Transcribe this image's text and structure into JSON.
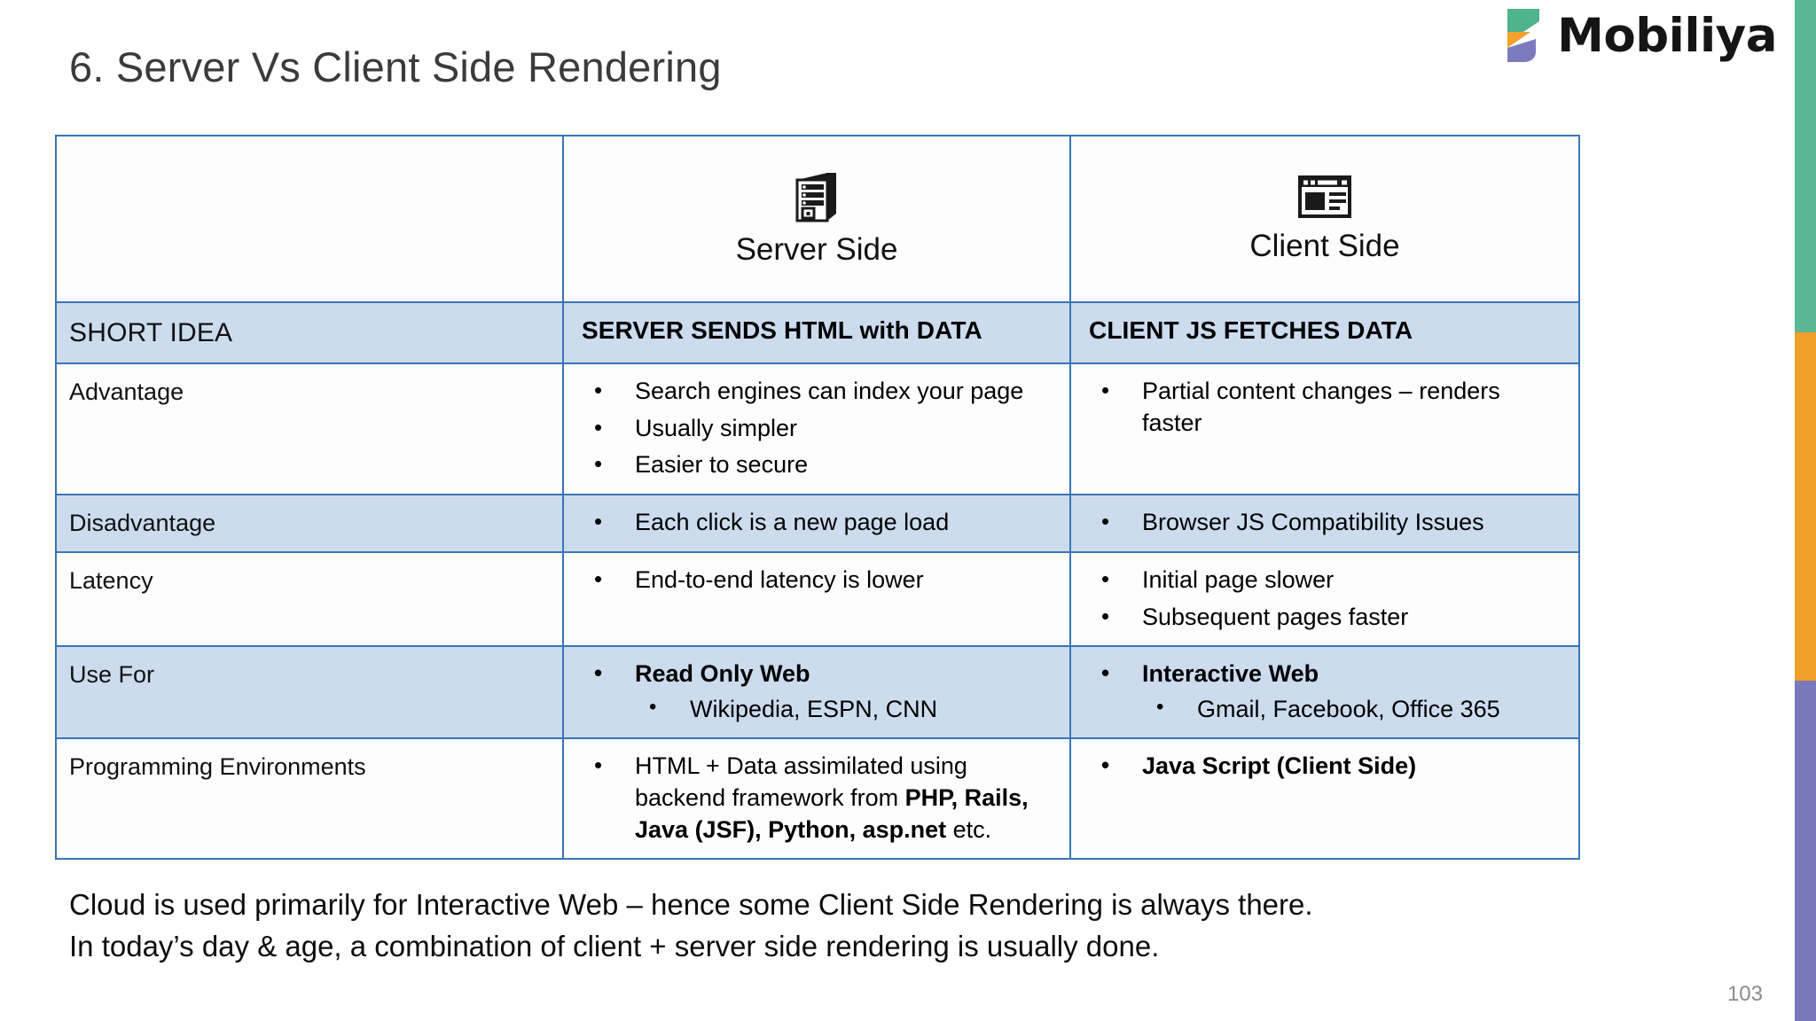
{
  "slide": {
    "title": "6. Server Vs Client Side Rendering",
    "page_number": "103"
  },
  "brand": {
    "name": "Mobiliya",
    "logo_icon": "mobiliya-mark-icon",
    "colors": {
      "teal": "#5cb795",
      "orange": "#f0a028",
      "purple": "#7879b8",
      "table_border": "#3a74b5",
      "band_fill": "#ccdcee",
      "title_text": "#3b3b3b",
      "page_number_text": "#8a8a8a"
    }
  },
  "side_bar": {
    "segments": [
      {
        "name": "teal",
        "color": "#5cb795"
      },
      {
        "name": "orange",
        "color": "#f0a028"
      },
      {
        "name": "purple",
        "color": "#7879b8"
      }
    ]
  },
  "table": {
    "headers": {
      "corner": "",
      "server": {
        "label": "Server Side",
        "icon": "server-tower-icon"
      },
      "client": {
        "label": "Client Side",
        "icon": "browser-window-icon"
      }
    },
    "rows": [
      {
        "label": "SHORT IDEA",
        "banded": true,
        "server_text": "SERVER SENDS HTML with DATA",
        "client_text": "CLIENT JS FETCHES DATA"
      },
      {
        "label": "Advantage",
        "banded": false,
        "server_bullets": [
          {
            "text": "Search engines can index your page",
            "bold": false
          },
          {
            "text": "Usually simpler",
            "bold": false
          },
          {
            "text": "Easier to secure",
            "bold": false
          }
        ],
        "client_bullets": [
          {
            "text": "Partial content changes – renders faster",
            "bold": false
          }
        ]
      },
      {
        "label": "Disadvantage",
        "banded": true,
        "server_bullets": [
          {
            "text": "Each click is a new page load",
            "bold": false
          }
        ],
        "client_bullets": [
          {
            "text": "Browser JS Compatibility Issues",
            "bold": false
          }
        ]
      },
      {
        "label": "Latency",
        "banded": false,
        "server_bullets": [
          {
            "text": "End-to-end latency is lower",
            "bold": false
          }
        ],
        "client_bullets": [
          {
            "text": "Initial page slower",
            "bold": false
          },
          {
            "text": "Subsequent pages faster",
            "bold": false
          }
        ]
      },
      {
        "label": "Use For",
        "banded": true,
        "server_bullets": [
          {
            "text": "Read Only Web",
            "bold": true,
            "sub": [
              "Wikipedia, ESPN, CNN"
            ]
          }
        ],
        "client_bullets": [
          {
            "text": "Interactive Web",
            "bold": true,
            "sub": [
              "Gmail, Facebook, Office 365"
            ]
          }
        ]
      },
      {
        "label": "Programming Environments",
        "banded": false,
        "server_rich": {
          "parts": [
            {
              "text": "HTML + Data assimilated using backend framework from ",
              "bold": false
            },
            {
              "text": "PHP, Rails, Java (JSF), Python, asp.net",
              "bold": true
            },
            {
              "text": " etc.",
              "bold": false
            }
          ]
        },
        "client_bullets": [
          {
            "text": "Java Script (Client Side)",
            "bold": true
          }
        ]
      }
    ]
  },
  "footer": {
    "line1": "Cloud is used primarily for Interactive Web – hence some Client Side Rendering is always there.",
    "line2": "In today’s day & age, a combination of client + server side rendering is usually done."
  }
}
